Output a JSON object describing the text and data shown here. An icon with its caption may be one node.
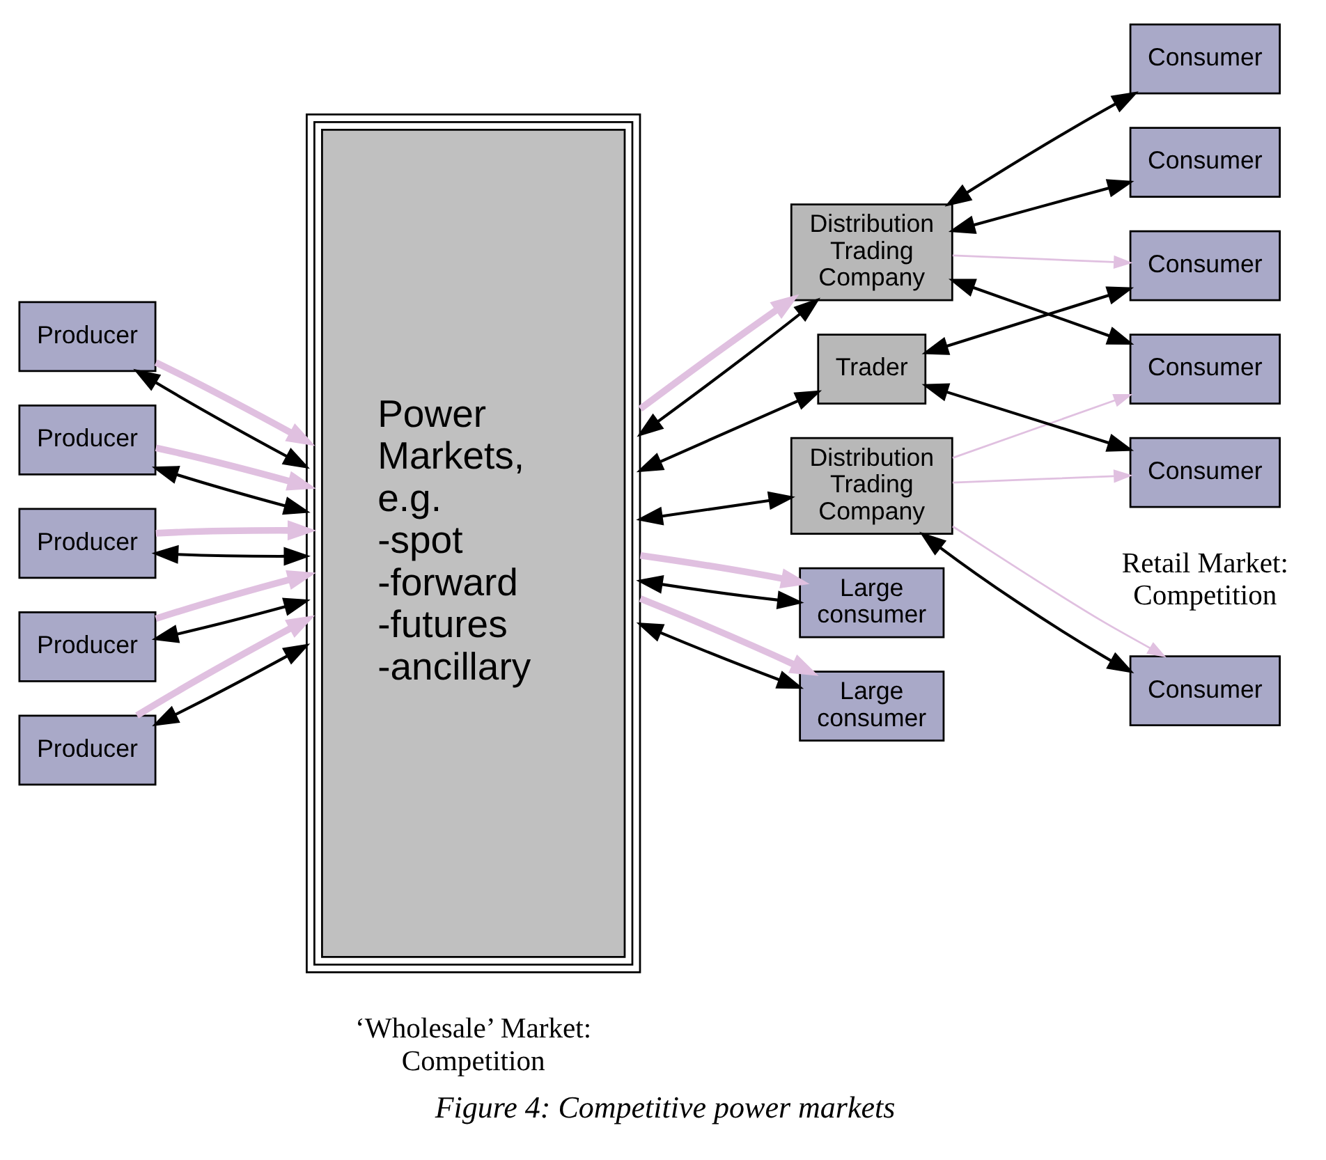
{
  "diagram": {
    "caption": "Figure 4: Competitive power markets",
    "nodes": [
      {
        "text": [
          "Producer"
        ]
      },
      {
        "text": [
          "Producer"
        ]
      },
      {
        "text": [
          "Producer"
        ]
      },
      {
        "text": [
          "Producer"
        ]
      },
      {
        "text": [
          "Producer"
        ]
      },
      {
        "text": [
          "Power Markets, e.g. -spot -forward -futures -ancillary"
        ]
      },
      {
        "text": [
          "Distribution Trading Company"
        ]
      },
      {
        "text": [
          "Distribution Trading Company"
        ]
      },
      {
        "text": [
          "Trader"
        ]
      },
      {
        "text": [
          "Large consumer"
        ]
      },
      {
        "text": [
          "Large consumer"
        ]
      },
      {
        "text": [
          "Consumer"
        ]
      },
      {
        "text": [
          "Consumer"
        ]
      },
      {
        "text": [
          "Consumer"
        ]
      },
      {
        "text": [
          "Consumer"
        ]
      },
      {
        "text": [
          "Consumer"
        ]
      },
      {
        "text": [
          "Consumer"
        ]
      }
    ],
    "edges": [
      {
        "from": 0,
        "to": 5,
        "arrow": "both"
      },
      {
        "from": 1,
        "to": 5,
        "arrow": "both"
      },
      {
        "from": 2,
        "to": 5,
        "arrow": "both"
      },
      {
        "from": 3,
        "to": 5,
        "arrow": "both"
      },
      {
        "from": 4,
        "to": 5,
        "arrow": "both"
      },
      {
        "from": 0,
        "to": 5,
        "arrow": "to",
        "color": "#e0c0e0",
        "style": "thick"
      },
      {
        "from": 1,
        "to": 5,
        "arrow": "to",
        "color": "#e0c0e0",
        "style": "thick"
      },
      {
        "from": 2,
        "to": 5,
        "arrow": "to",
        "color": "#e0c0e0",
        "style": "thick"
      },
      {
        "from": 3,
        "to": 5,
        "arrow": "to",
        "color": "#e0c0e0",
        "style": "thick"
      },
      {
        "from": 4,
        "to": 5,
        "arrow": "to",
        "color": "#e0c0e0",
        "style": "thick"
      },
      {
        "from": 5,
        "to": 6,
        "arrow": "both"
      },
      {
        "from": 5,
        "to": 7,
        "arrow": "both"
      },
      {
        "from": 5,
        "to": 8,
        "arrow": "both"
      },
      {
        "from": 5,
        "to": 9,
        "arrow": "both"
      },
      {
        "from": 5,
        "to": 10,
        "arrow": "both"
      },
      {
        "from": 5,
        "to": 6,
        "arrow": "to",
        "color": "#e0c0e0",
        "style": "thick"
      },
      {
        "from": 5,
        "to": 9,
        "arrow": "to",
        "color": "#e0c0e0",
        "style": "thick"
      },
      {
        "from": 5,
        "to": 10,
        "arrow": "to",
        "color": "#e0c0e0",
        "style": "thick"
      },
      {
        "from": 6,
        "to": 11,
        "arrow": "both"
      },
      {
        "from": 6,
        "to": 12,
        "arrow": "both"
      },
      {
        "from": 6,
        "to": 14,
        "arrow": "both"
      },
      {
        "from": 6,
        "to": 13,
        "arrow": "to",
        "color": "#e0c0e0"
      },
      {
        "from": 7,
        "to": 15,
        "arrow": "both"
      },
      {
        "from": 7,
        "to": 14,
        "arrow": "to",
        "color": "#e0c0e0"
      },
      {
        "from": 7,
        "to": 15,
        "arrow": "to",
        "color": "#e0c0e0"
      },
      {
        "from": 7,
        "to": 16,
        "arrow": "to",
        "color": "#e0c0e0"
      },
      {
        "from": 8,
        "to": 13,
        "arrow": "both"
      },
      {
        "from": 8,
        "to": 16,
        "arrow": "both"
      }
    ],
    "labels": [
      "‘Wholesale’ Market: Competition",
      "Retail Market: Competition"
    ]
  }
}
